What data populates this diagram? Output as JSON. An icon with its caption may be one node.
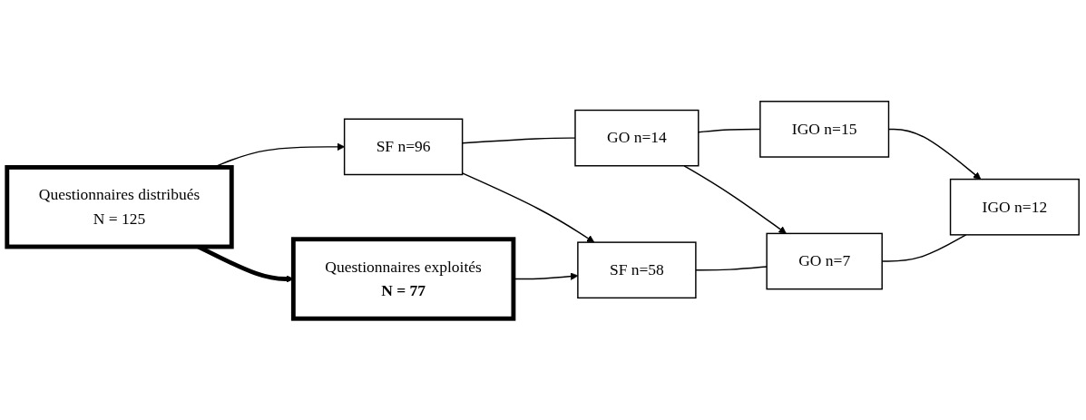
{
  "diagram": {
    "nodes": [
      {
        "text": [
          "Questionnaires distribués",
          "N = 125"
        ]
      },
      {
        "text": [
          "SF n=96"
        ]
      },
      {
        "text": [
          "GO n=14"
        ]
      },
      {
        "text": [
          "IGO n=15"
        ]
      },
      {
        "text": [
          "Questionnaires exploités",
          "N = 77"
        ]
      },
      {
        "text": [
          "SF n=58"
        ]
      },
      {
        "text": [
          "GO n=7"
        ]
      },
      {
        "text": [
          "IGO n=12"
        ]
      }
    ],
    "edges": [
      {
        "from": 0,
        "to": 1,
        "arrow": "to"
      },
      {
        "from": 1,
        "to": 2,
        "arrow": "none"
      },
      {
        "from": 2,
        "to": 3,
        "arrow": "none"
      },
      {
        "from": 0,
        "to": 4,
        "arrow": "to",
        "style": "thick"
      },
      {
        "from": 1,
        "to": 5,
        "arrow": "to"
      },
      {
        "from": 2,
        "to": 6,
        "arrow": "to"
      },
      {
        "from": 3,
        "to": 7,
        "arrow": "to"
      },
      {
        "from": 4,
        "to": 5,
        "arrow": "to"
      },
      {
        "from": 5,
        "to": 6,
        "arrow": "none"
      },
      {
        "from": 6,
        "to": 7,
        "arrow": "none"
      }
    ]
  }
}
